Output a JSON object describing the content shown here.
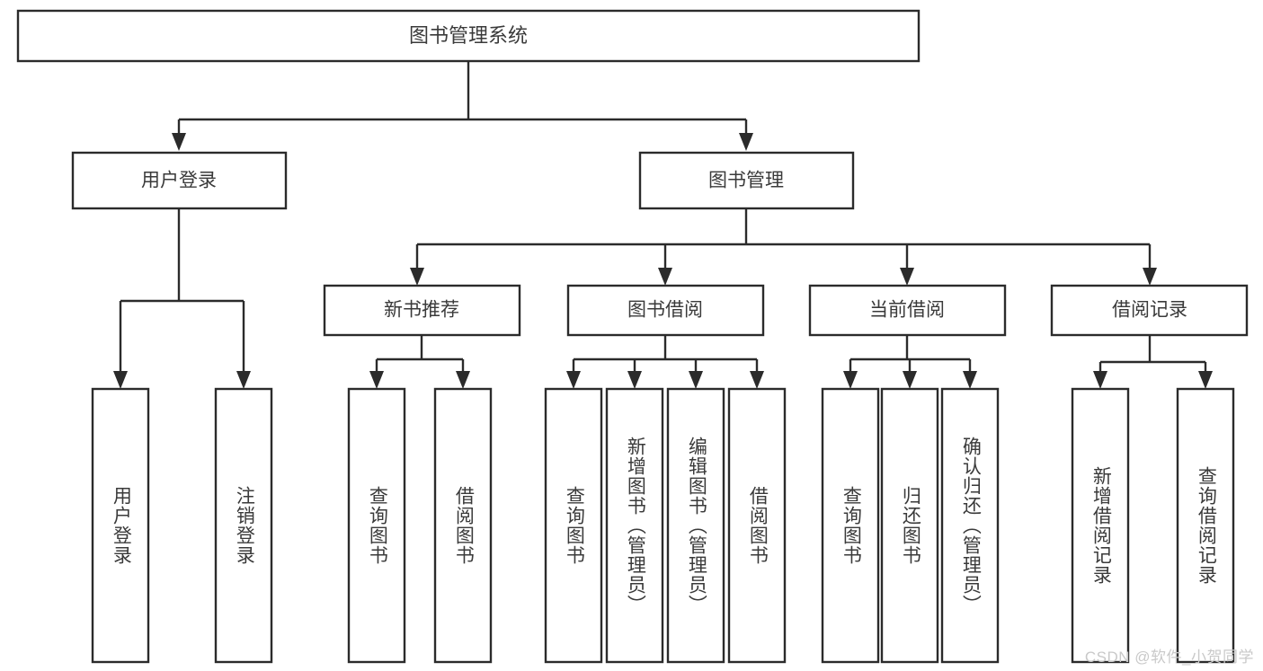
{
  "diagram": {
    "title_node": {
      "label": "图书管理系统"
    },
    "level1": [
      {
        "id": "user-login",
        "label": "用户登录"
      },
      {
        "id": "book-manage",
        "label": "图书管理"
      }
    ],
    "level2": [
      {
        "id": "new-book-rec",
        "label": "新书推荐"
      },
      {
        "id": "book-borrow",
        "label": "图书借阅"
      },
      {
        "id": "current-borrow",
        "label": "当前借阅"
      },
      {
        "id": "borrow-record",
        "label": "借阅记录"
      }
    ],
    "leaves": [
      {
        "id": "leaf-user-login",
        "label": "用户登录",
        "parent": "user-login"
      },
      {
        "id": "leaf-logout",
        "label": "注销登录",
        "parent": "user-login"
      },
      {
        "id": "leaf-query-book-1",
        "label": "查询图书",
        "parent": "new-book-rec"
      },
      {
        "id": "leaf-borrow-book-1",
        "label": "借阅图书",
        "parent": "new-book-rec"
      },
      {
        "id": "leaf-query-book-2",
        "label": "查询图书",
        "parent": "book-borrow"
      },
      {
        "id": "leaf-add-book",
        "label": "新增图书（管理员）",
        "parent": "book-borrow"
      },
      {
        "id": "leaf-edit-book",
        "label": "编辑图书（管理员）",
        "parent": "book-borrow"
      },
      {
        "id": "leaf-borrow-book-2",
        "label": "借阅图书",
        "parent": "book-borrow"
      },
      {
        "id": "leaf-query-book-3",
        "label": "查询图书",
        "parent": "current-borrow"
      },
      {
        "id": "leaf-return-book",
        "label": "归还图书",
        "parent": "current-borrow"
      },
      {
        "id": "leaf-confirm-return",
        "label": "确认归还（管理员）",
        "parent": "current-borrow"
      },
      {
        "id": "leaf-add-record",
        "label": "新增借阅记录",
        "parent": "borrow-record"
      },
      {
        "id": "leaf-query-record",
        "label": "查询借阅记录",
        "parent": "borrow-record"
      }
    ],
    "watermark": "CSDN @软件_小贺同学",
    "colors": {
      "stroke": "#2b2b2b",
      "text": "#3a3a3a",
      "background": "#ffffff",
      "watermark": "#c9c9c9"
    }
  }
}
